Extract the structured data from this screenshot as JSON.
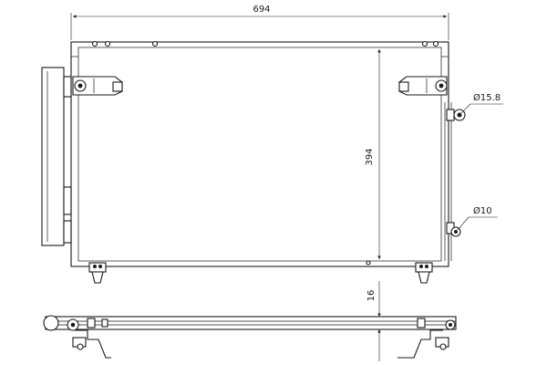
{
  "dimensions": {
    "width": "694",
    "height": "394",
    "thickness": "16",
    "inlet_diameter": "Ø15.8",
    "outlet_diameter": "Ø10"
  }
}
